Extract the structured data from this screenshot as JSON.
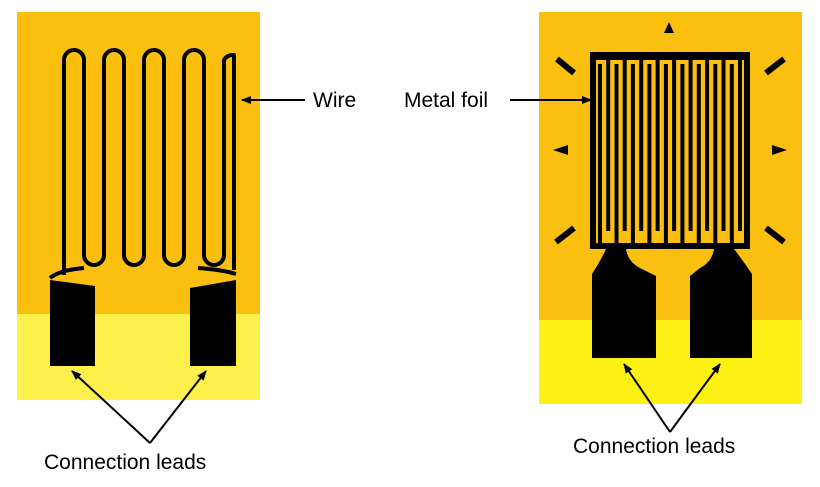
{
  "labels": {
    "wire": "Wire",
    "metal_foil": "Metal foil",
    "connection_leads_left": "Connection leads",
    "connection_leads_right": "Connection leads"
  },
  "colors": {
    "substrate_orange": "#fbbf10",
    "substrate_yellow_left": "#fdf04a",
    "substrate_yellow_right": "#fdf114",
    "conductor": "#000000"
  }
}
